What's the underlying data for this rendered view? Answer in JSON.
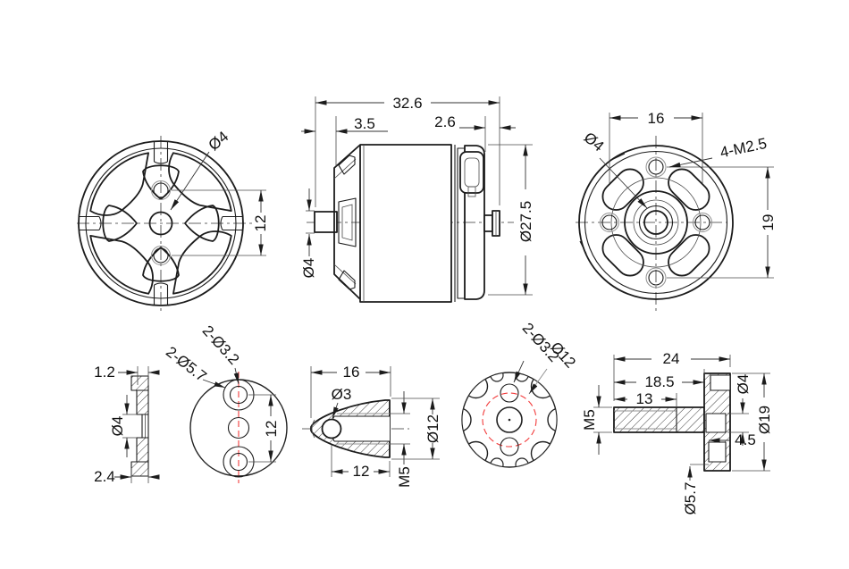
{
  "drawing_colors": {
    "line": "#1c1c1c",
    "centerline_red": "#f23b3b",
    "background": "#ffffff"
  },
  "views": {
    "bell_front": {
      "shaft_dia": "Ø4",
      "hole_spacing": "12"
    },
    "motor_side": {
      "overall_length": "32.6",
      "shaft_protrusion": "3.5",
      "rear_protrusion": "2.6",
      "shaft_dia": "Ø4",
      "body_dia": "Ø27.5"
    },
    "mount_rear": {
      "hole_spacing_h": "16",
      "screw_holes": "4-M2.5",
      "shaft_dia": "Ø4",
      "hole_spacing_v": "19"
    },
    "washer_section": {
      "thickness_top": "1.2",
      "hole_dia": "Ø4",
      "thickness_bottom": "2.4"
    },
    "washer_front": {
      "through_holes": "2-Ø3.2",
      "counterbores": "2-Ø5.7",
      "hole_spacing": "12"
    },
    "prop_nut_section": {
      "length": "16",
      "tip_hole_dia": "Ø3",
      "thread_length": "12",
      "thread": "M5",
      "outer_dia": "Ø12"
    },
    "prop_nut_front": {
      "through_holes": "2-Ø3.2",
      "bolt_circle_dia": "Ø12"
    },
    "prop_shaft_section": {
      "overall_length": "24",
      "shoulder_length": "18.5",
      "thread_length": "13",
      "thread": "M5",
      "bore_dia": "Ø4",
      "flange_dia": "Ø19",
      "counterbore_offset": "4.5",
      "counterbore_dia": "Ø5.7"
    }
  }
}
